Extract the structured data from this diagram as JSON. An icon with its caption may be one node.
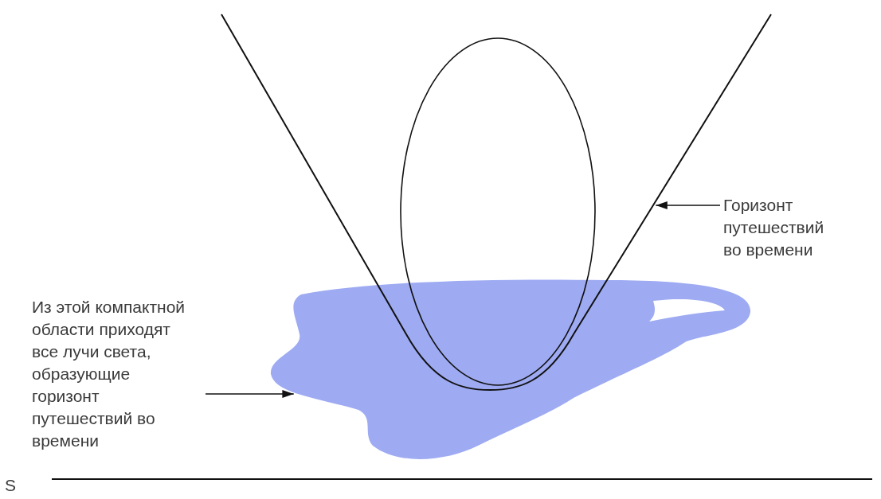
{
  "diagram": {
    "nodes": [
      {
        "text": [
          "Горизонт путешествий во времени"
        ]
      },
      {
        "text": [],
        "shape": "curve"
      },
      {
        "text": [
          "Из этой компактной области приходят все лучи света, образующие горизонт путешествий во времени"
        ]
      },
      {
        "text": [],
        "shape": "blob"
      }
    ],
    "edges": [
      {
        "from": 0,
        "to": 1,
        "arrow": "to"
      },
      {
        "from": 2,
        "to": 3,
        "arrow": "to"
      }
    ],
    "labels": [
      "S"
    ]
  }
}
